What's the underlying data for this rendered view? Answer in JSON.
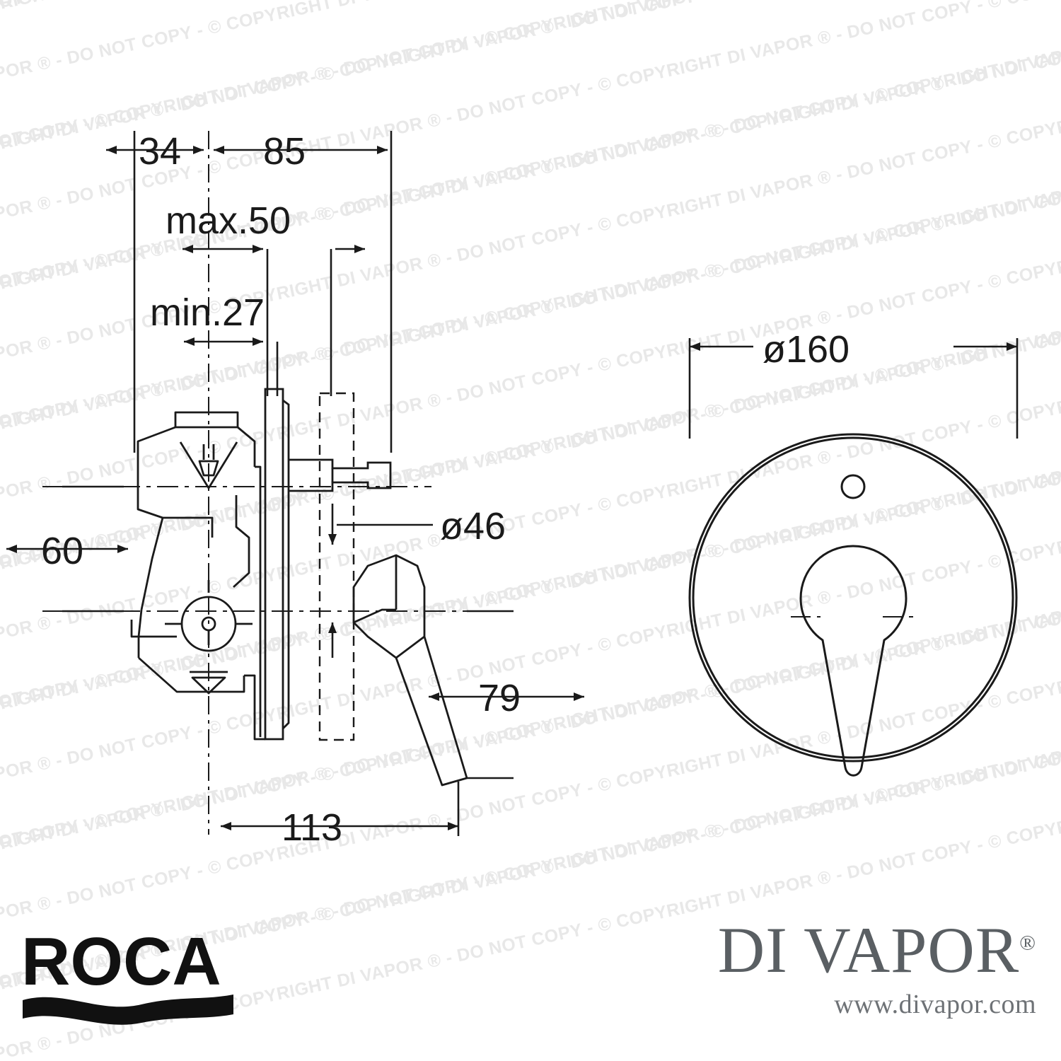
{
  "document": {
    "type": "technical-drawing",
    "title": "Roca concealed shower mixer dimension drawing"
  },
  "watermark": {
    "text": "© COPYRIGHT DI VAPOR ® - DO NOT COPY - ",
    "color": "#e8e8e8"
  },
  "dimensions": {
    "d34": "34",
    "d85": "85",
    "max50": "max.50",
    "min27": "min.27",
    "d60": "60",
    "d46": "ø46",
    "d79": "79",
    "d113": "113",
    "d160": "ø160"
  },
  "brands": {
    "roca": "ROCA",
    "divapor_name": "DI VAPOR",
    "divapor_reg": "®",
    "divapor_url": "www.divapor.com"
  },
  "colors": {
    "line": "#1a1a1a",
    "text": "#1a1a1a",
    "watermark": "#e8e8e8",
    "brand_grey": "#5a5f63"
  }
}
